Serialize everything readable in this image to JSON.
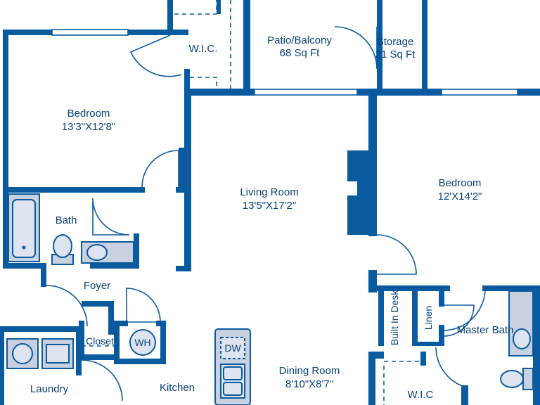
{
  "rooms": {
    "wic_top": {
      "name": "W.I.C."
    },
    "patio": {
      "name": "Patio/Balcony",
      "size": "68 Sq Ft"
    },
    "storage": {
      "name": "Storage",
      "size": "21 Sq Ft"
    },
    "bedroom_left": {
      "name": "Bedroom",
      "size": "13'3\"X12'8\""
    },
    "living": {
      "name": "Living Room",
      "size": "13'5\"X17'2\""
    },
    "bedroom_right": {
      "name": "Bedroom",
      "size": "12'X14'2\""
    },
    "bath": {
      "name": "Bath"
    },
    "foyer": {
      "name": "Foyer"
    },
    "built_in_desk": {
      "name": "Built In Desk"
    },
    "linen": {
      "name": "Linen"
    },
    "master_bath": {
      "name": "Master Bath"
    },
    "closet": {
      "name": "Closet"
    },
    "laundry": {
      "name": "Laundry"
    },
    "kitchen": {
      "name": "Kitchen"
    },
    "dining": {
      "name": "Dining Room",
      "size": "8'10\"X8'7\""
    },
    "wic_bottom": {
      "name": "W.I.C"
    }
  },
  "fixtures": {
    "water_heater": "WH",
    "dishwasher": "DW"
  },
  "colors": {
    "wall": "#0a5aa0",
    "fixture": "#c9d0e0",
    "text": "#0a3f74"
  }
}
